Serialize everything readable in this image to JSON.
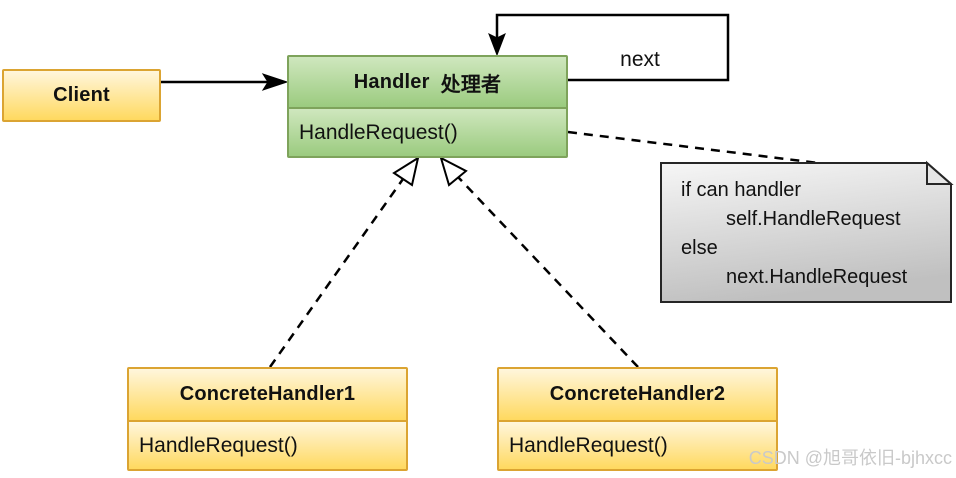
{
  "client": {
    "label": "Client"
  },
  "handler": {
    "name": "Handler",
    "name_cn": "处理者",
    "method": "HandleRequest()"
  },
  "self_link": {
    "label": "next"
  },
  "note": {
    "lines": [
      "if can handler",
      "self.HandleRequest",
      "else",
      "next.HandleRequest"
    ]
  },
  "concrete_handler_1": {
    "title": "ConcreteHandler1",
    "method": "HandleRequest()"
  },
  "concrete_handler_2": {
    "title": "ConcreteHandler2",
    "method": "HandleRequest()"
  },
  "watermark": {
    "text": "CSDN @旭哥依旧-bjhxcc"
  },
  "colors": {
    "yellow_fill_top": "#FFF6DC",
    "yellow_fill_bottom": "#FFD95F",
    "yellow_border": "#DBA432",
    "green_fill_top": "#CFE7BE",
    "green_fill_bottom": "#9BCB7F",
    "green_border": "#7EA35B",
    "note_fill_top": "#F6F6F6",
    "note_fill_bottom": "#C0C0C0",
    "connector": "#000000",
    "watermark_color": "#C9C9C9"
  }
}
